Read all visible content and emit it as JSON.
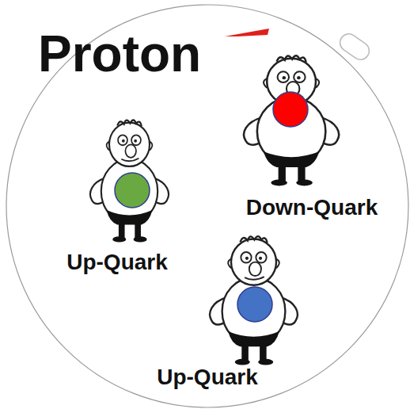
{
  "diagram": {
    "title": "Proton",
    "labels": [
      "Down-Quark",
      "Up-Quark",
      "Up-Quark"
    ]
  }
}
